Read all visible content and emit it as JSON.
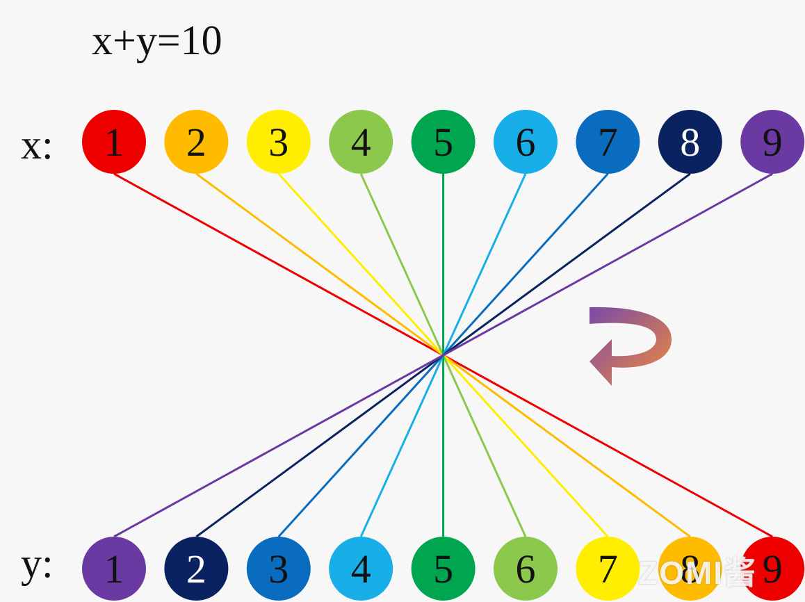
{
  "title": "x+y=10",
  "x_label": "x:",
  "y_label": "y:",
  "x_nodes": [
    {
      "value": "1",
      "color": "#ee0000",
      "text_color": "#111111"
    },
    {
      "value": "2",
      "color": "#ffbb00",
      "text_color": "#111111"
    },
    {
      "value": "3",
      "color": "#ffee00",
      "text_color": "#111111"
    },
    {
      "value": "4",
      "color": "#8cc84b",
      "text_color": "#111111"
    },
    {
      "value": "5",
      "color": "#00a550",
      "text_color": "#111111"
    },
    {
      "value": "6",
      "color": "#18aee8",
      "text_color": "#111111"
    },
    {
      "value": "7",
      "color": "#0a6cbf",
      "text_color": "#111111"
    },
    {
      "value": "8",
      "color": "#0b2260",
      "text_color": "#ffffff"
    },
    {
      "value": "9",
      "color": "#6a3aa2",
      "text_color": "#111111"
    }
  ],
  "y_nodes": [
    {
      "value": "1",
      "color": "#6a3aa2",
      "text_color": "#111111"
    },
    {
      "value": "2",
      "color": "#0b2260",
      "text_color": "#ffffff"
    },
    {
      "value": "3",
      "color": "#0a6cbf",
      "text_color": "#111111"
    },
    {
      "value": "4",
      "color": "#18aee8",
      "text_color": "#111111"
    },
    {
      "value": "5",
      "color": "#00a550",
      "text_color": "#111111"
    },
    {
      "value": "6",
      "color": "#8cc84b",
      "text_color": "#111111"
    },
    {
      "value": "7",
      "color": "#ffee00",
      "text_color": "#111111"
    },
    {
      "value": "8",
      "color": "#ffbb00",
      "text_color": "#111111"
    },
    {
      "value": "9",
      "color": "#ee0000",
      "text_color": "#111111"
    }
  ],
  "connections": [
    {
      "x": 1,
      "y": 9
    },
    {
      "x": 2,
      "y": 8
    },
    {
      "x": 3,
      "y": 7
    },
    {
      "x": 4,
      "y": 6
    },
    {
      "x": 5,
      "y": 5
    },
    {
      "x": 6,
      "y": 4
    },
    {
      "x": 7,
      "y": 3
    },
    {
      "x": 8,
      "y": 2
    },
    {
      "x": 9,
      "y": 1
    }
  ],
  "arrow_icon": "curved-rotate-arrow",
  "arrow_colors": [
    "#7a4aa8",
    "#f08a3c"
  ],
  "watermark": "ZOMI酱"
}
